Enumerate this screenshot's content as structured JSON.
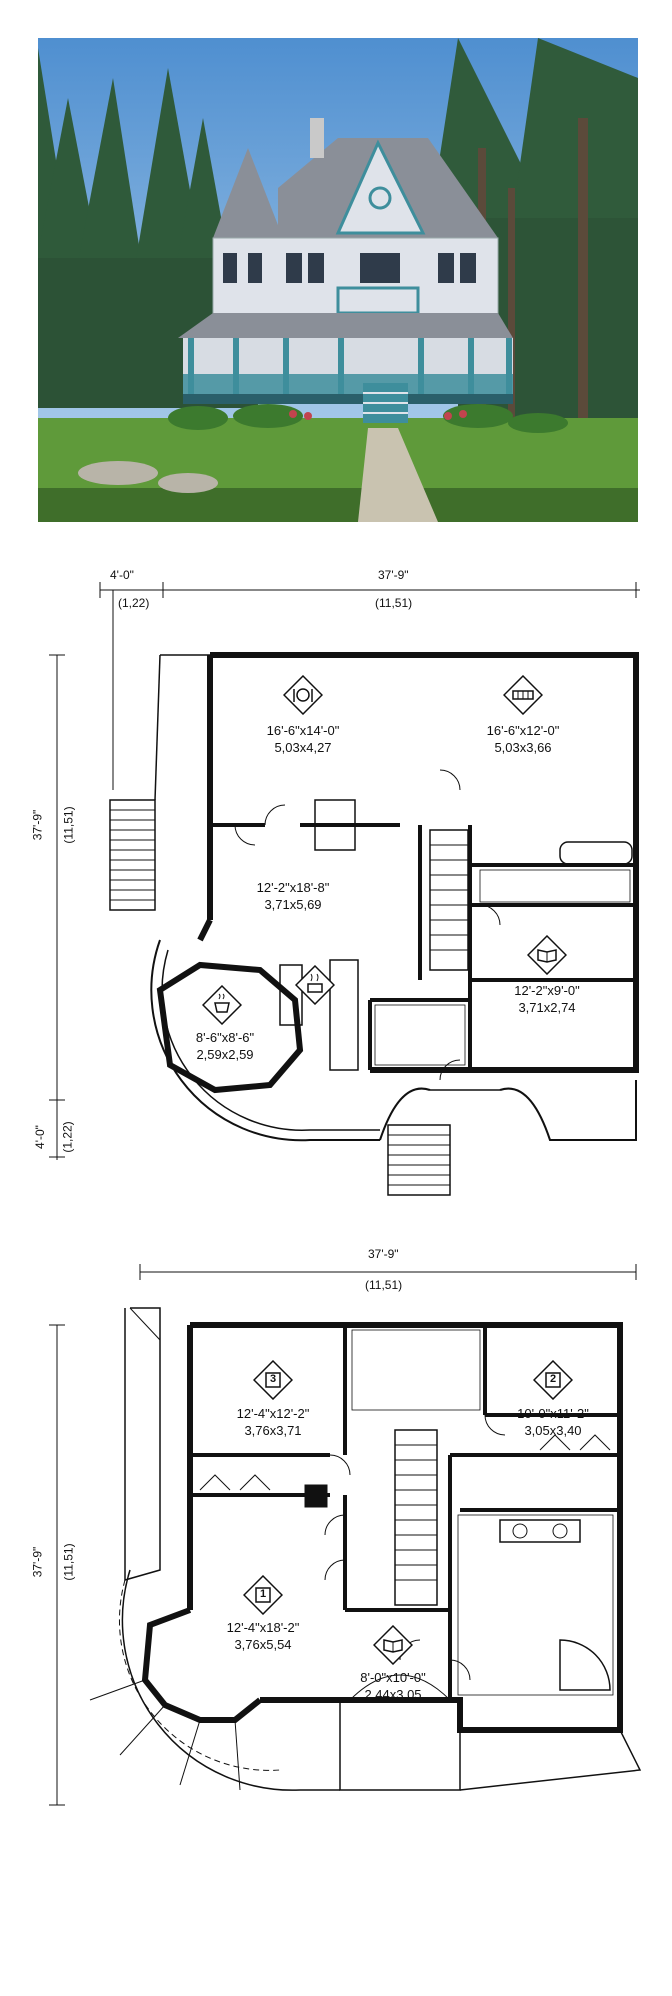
{
  "photo": {
    "sky_color": "#6fa6d6",
    "siding_color": "#dfe3ea",
    "trim_color": "#3e8e9c",
    "roof_color": "#8a8f98",
    "lawn_color": "#5f9a3a"
  },
  "main_floor": {
    "overall_width_imperial": "37'-9\"",
    "overall_width_metric": "(11,51)",
    "overall_depth_imperial": "37'-9\"",
    "overall_depth_metric": "(11,51)",
    "porch_width_imperial": "4'-0\"",
    "porch_width_metric": "(1,22)",
    "porch_depth_imperial": "4'-0\"",
    "porch_depth_metric": "(1,22)",
    "rooms": [
      {
        "icon": "dining-icon",
        "imperial": "16'-6\"x14'-0\"",
        "metric": "5,03x4,27"
      },
      {
        "icon": "sofa-icon",
        "imperial": "16'-6\"x12'-0\"",
        "metric": "5,03x3,66"
      },
      {
        "icon": "",
        "imperial": "12'-2\"x18'-8\"",
        "metric": "3,71x5,69"
      },
      {
        "icon": "coffee-icon",
        "imperial": "8'-6\"x8'-6\"",
        "metric": "2,59x2,59"
      },
      {
        "icon": "book-icon",
        "imperial": "12'-2\"x9'-0\"",
        "metric": "3,71x2,74"
      },
      {
        "icon": "cooking-pot-icon",
        "imperial": "",
        "metric": ""
      }
    ]
  },
  "upper_floor": {
    "overall_width_imperial": "37'-9\"",
    "overall_width_metric": "(11,51)",
    "overall_depth_imperial": "37'-9\"",
    "overall_depth_metric": "(11,51)",
    "rooms": [
      {
        "badge": "3",
        "imperial": "12'-4\"x12'-2\"",
        "metric": "3,76x3,71"
      },
      {
        "badge": "2",
        "imperial": "10'-0\"x11'-2\"",
        "metric": "3,05x3,40"
      },
      {
        "badge": "1",
        "imperial": "12'-4\"x18'-2\"",
        "metric": "3,76x5,54"
      },
      {
        "badge": "",
        "imperial": "8'-0\"x10'-0\"",
        "metric": "2,44x3,05"
      }
    ]
  }
}
